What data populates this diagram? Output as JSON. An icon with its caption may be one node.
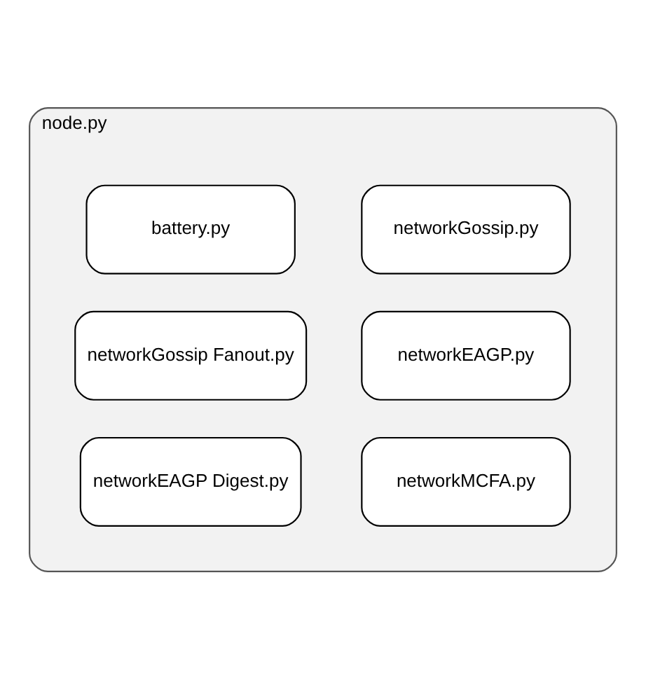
{
  "diagram": {
    "nodes": [
      {
        "text": [
          "node.py"
        ]
      },
      {
        "text": [
          "networkGossip.py"
        ],
        "in": 0
      },
      {
        "text": [
          "battery.py"
        ],
        "in": 0
      },
      {
        "text": [
          "networkEAGP.py"
        ],
        "in": 0
      },
      {
        "text": [
          "networkGossip Fanout.py"
        ],
        "in": 0
      },
      {
        "text": [
          "networkMCFA.py"
        ],
        "in": 0
      },
      {
        "text": [
          "networkEAGP Digest.py"
        ],
        "in": 0
      }
    ],
    "edges": []
  }
}
